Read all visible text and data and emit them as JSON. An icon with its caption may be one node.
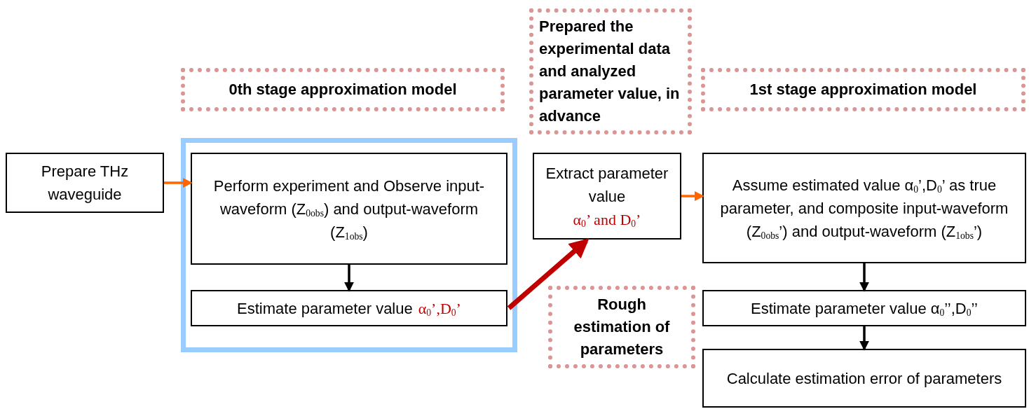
{
  "diagram": {
    "nodes": [
      {
        "text": [
          "0th stage approximation model"
        ]
      },
      {
        "text": [
          "Prepared the experimental data and analyzed parameter value, in advance"
        ]
      },
      {
        "text": [
          "1st stage approximation model"
        ]
      },
      {
        "text": [
          "Prepare THz waveguide"
        ]
      },
      {
        "text": [],
        "shape": "box"
      },
      {
        "text": [
          "Perform experiment and Observe input-waveform (Z$_{0obs}$) and output-waveform (Z$_{1obs}$)"
        ],
        "in": 4
      },
      {
        "text": [
          "Estimate parameter value",
          "α$_{0}$’,D$_{0}$’"
        ],
        "in": 4
      },
      {
        "text": [
          "Extract parameter value",
          "α$_{0}$’ and D$_{0}$’"
        ]
      },
      {
        "text": [
          "Assume estimated value α$_{0}$’,D$_{0}$’ as true parameter, and composite input-waveform (Z$_{0obs}$’) and output-waveform (Z$_{1obs}$’)"
        ]
      },
      {
        "text": [
          "Rough estimation of parameters"
        ]
      },
      {
        "text": [
          "Estimate parameter value α$_{0}$’’,D$_{0}$’’"
        ]
      },
      {
        "text": [
          "Calculate estimation error of parameters"
        ]
      }
    ],
    "edges": [
      {
        "from": 3,
        "to": 5,
        "arrow": "to",
        "color": "#ff6600"
      },
      {
        "from": 5,
        "to": 6,
        "arrow": "to"
      },
      {
        "from": 6,
        "to": 7,
        "arrow": "to",
        "style": "thick",
        "color": "#c00000"
      },
      {
        "from": 7,
        "to": 8,
        "arrow": "to",
        "color": "#ff6600"
      },
      {
        "from": 8,
        "to": 10,
        "arrow": "to"
      },
      {
        "from": 10,
        "to": 11,
        "arrow": "to"
      }
    ]
  }
}
